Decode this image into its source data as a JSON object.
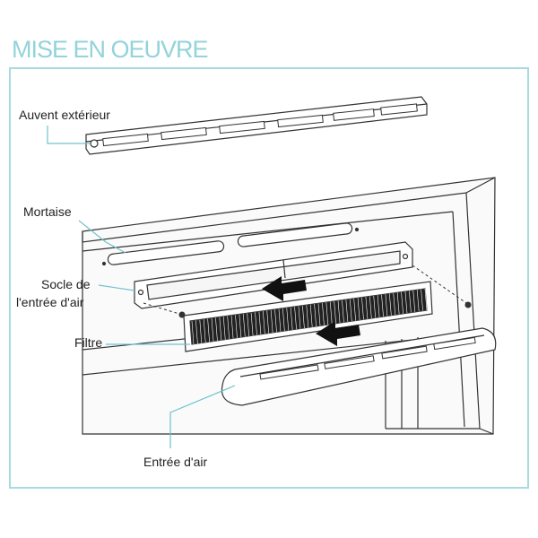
{
  "title": "MISE EN OEUVRE",
  "labels": {
    "auvent": "Auvent extérieur",
    "mortaise": "Mortaise",
    "socle_line1": "Socle de",
    "socle_line2": "l'entrée d'air",
    "filtre": "Filtre",
    "entree": "Entrée d'air"
  },
  "colors": {
    "title": "#93d3da",
    "frame_border": "#a8dbe0",
    "leader_line": "#6fc3cc"
  }
}
